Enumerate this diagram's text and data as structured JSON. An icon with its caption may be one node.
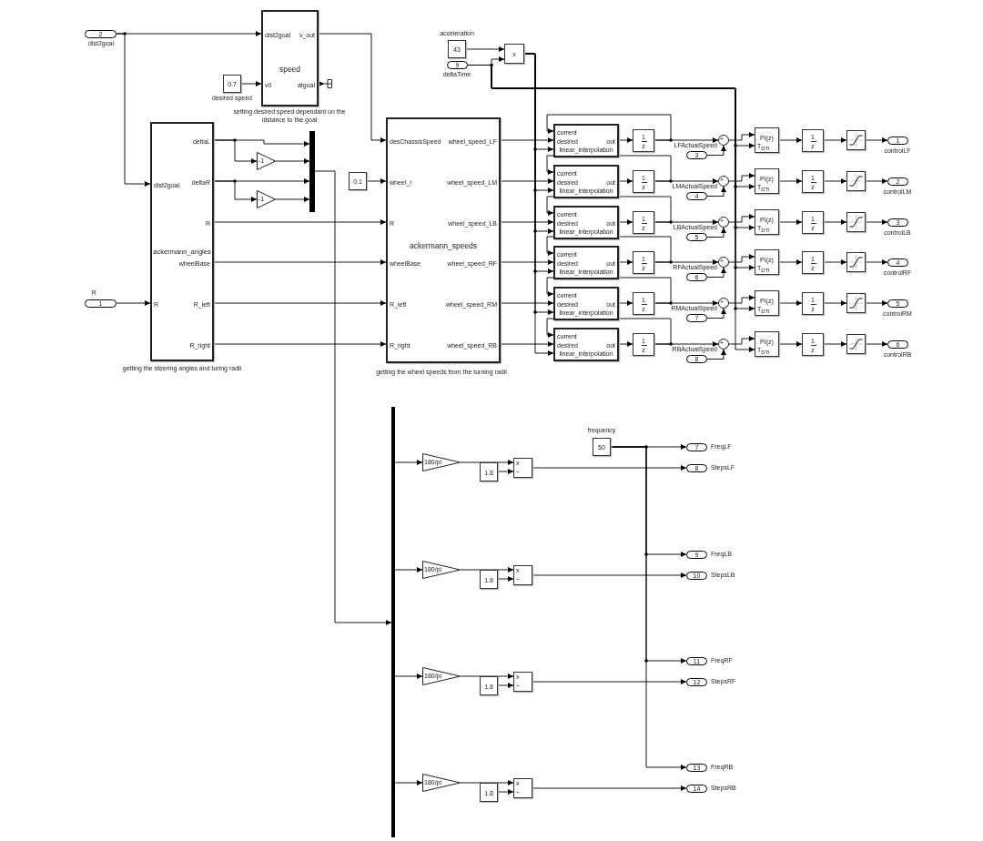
{
  "diagram": {
    "nodes": [
      {
        "text": [
          "2"
        ],
        "beside": [
          "dist2goal"
        ]
      },
      {
        "text": [
          "dist2goal",
          "v_out",
          "speed",
          "v0",
          "atgoal"
        ],
        "beside": [
          "setting desired speed dependant on the distance to the goal"
        ]
      },
      {
        "text": [
          "0.7"
        ],
        "beside": [
          "desired speed"
        ]
      },
      {
        "text": [],
        "shape": "box"
      },
      {
        "text": [
          "deltaL",
          "deltaR",
          "dist2goal",
          "R",
          "ackermann_angles",
          "wheelBase",
          "R",
          "R_left",
          "R_right"
        ],
        "beside": [
          "getting the steering angles and turing radii"
        ]
      },
      {
        "text": [
          "1"
        ],
        "beside": [
          "R"
        ]
      },
      {
        "text": [
          "-1"
        ]
      },
      {
        "text": [
          "-1"
        ]
      },
      {
        "text": [],
        "shape": "bar"
      },
      {
        "text": [
          "0.1"
        ]
      },
      {
        "text": [
          "desChassisSpeed",
          "wheel_speed_LF",
          "wheel_r",
          "wheel_speed_LM",
          "R",
          "wheel_speed_LB",
          "ackermann_speeds",
          "wheelBase",
          "wheel_speed_RF",
          "R_left",
          "wheel_speed_RM",
          "R_right",
          "wheel_speed_RB"
        ],
        "beside": [
          "getting the wheel speeds from the turning radii"
        ]
      },
      {
        "text": [
          "43"
        ],
        "beside": [
          "acceleration"
        ]
      },
      {
        "text": [
          "9"
        ],
        "beside": [
          "deltaTime"
        ]
      },
      {
        "text": [
          "x"
        ]
      },
      {
        "text": [
          "current",
          "desired",
          "out",
          "linear_interpolation"
        ]
      },
      {
        "text": [
          "1",
          "z"
        ]
      },
      {
        "text": [
          "+",
          "-"
        ]
      },
      {
        "text": [
          "3"
        ],
        "beside": [
          "LFActualSpeed"
        ]
      },
      {
        "text": [
          "PI(z)",
          "T$_{DTI}$"
        ]
      },
      {
        "text": [
          "1",
          "z"
        ]
      },
      {
        "text": [],
        "shape": "box"
      },
      {
        "text": [
          "1"
        ],
        "beside": [
          "controlLF"
        ]
      },
      {
        "text": [
          "current",
          "desired",
          "out",
          "linear_interpolation"
        ]
      },
      {
        "text": [
          "1",
          "z"
        ]
      },
      {
        "text": [
          "+",
          "-"
        ]
      },
      {
        "text": [
          "4"
        ],
        "beside": [
          "LMActualSpeed"
        ]
      },
      {
        "text": [
          "PI(z)",
          "T$_{DTI}$"
        ]
      },
      {
        "text": [
          "1",
          "z"
        ]
      },
      {
        "text": [],
        "shape": "box"
      },
      {
        "text": [
          "2"
        ],
        "beside": [
          "controlLM"
        ]
      },
      {
        "text": [
          "current",
          "desired",
          "out",
          "linear_interpolation"
        ]
      },
      {
        "text": [
          "1",
          "z"
        ]
      },
      {
        "text": [
          "+",
          "-"
        ]
      },
      {
        "text": [
          "5"
        ],
        "beside": [
          "LBActualSpeed"
        ]
      },
      {
        "text": [
          "PI(z)",
          "T$_{DTI}$"
        ]
      },
      {
        "text": [
          "1",
          "z"
        ]
      },
      {
        "text": [],
        "shape": "box"
      },
      {
        "text": [
          "3"
        ],
        "beside": [
          "controlLB"
        ]
      },
      {
        "text": [
          "current",
          "desired",
          "out",
          "linear_interpolation"
        ]
      },
      {
        "text": [
          "1",
          "z"
        ]
      },
      {
        "text": [
          "+",
          "-"
        ]
      },
      {
        "text": [
          "6"
        ],
        "beside": [
          "RFActualSpeed"
        ]
      },
      {
        "text": [
          "PI(z)",
          "T$_{DTI}$"
        ]
      },
      {
        "text": [
          "1",
          "z"
        ]
      },
      {
        "text": [],
        "shape": "box"
      },
      {
        "text": [
          "4"
        ],
        "beside": [
          "controlRF"
        ]
      },
      {
        "text": [
          "current",
          "desired",
          "out",
          "linear_interpolation"
        ]
      },
      {
        "text": [
          "1",
          "z"
        ]
      },
      {
        "text": [
          "+",
          "-"
        ]
      },
      {
        "text": [
          "7"
        ],
        "beside": [
          "RMActualSpeed"
        ]
      },
      {
        "text": [
          "PI(z)",
          "T$_{DTI}$"
        ]
      },
      {
        "text": [
          "1",
          "z"
        ]
      },
      {
        "text": [],
        "shape": "box"
      },
      {
        "text": [
          "5"
        ],
        "beside": [
          "controlRM"
        ]
      },
      {
        "text": [
          "current",
          "desired",
          "out",
          "linear_interpolation"
        ]
      },
      {
        "text": [
          "1",
          "z"
        ]
      },
      {
        "text": [
          "+",
          "-"
        ]
      },
      {
        "text": [
          "8"
        ],
        "beside": [
          "RBActualSpeed"
        ]
      },
      {
        "text": [
          "PI(z)",
          "T$_{DTI}$"
        ]
      },
      {
        "text": [
          "1",
          "z"
        ]
      },
      {
        "text": [],
        "shape": "box"
      },
      {
        "text": [
          "6"
        ],
        "beside": [
          "controlRB"
        ]
      },
      {
        "text": [],
        "shape": "bar"
      },
      {
        "text": [
          "50"
        ],
        "beside": [
          "frequency"
        ]
      },
      {
        "text": [
          "180/pi"
        ]
      },
      {
        "text": [
          "1.8"
        ]
      },
      {
        "text": [
          "x",
          "÷"
        ]
      },
      {
        "text": [
          "7"
        ],
        "beside": [
          "FreqLF"
        ]
      },
      {
        "text": [
          "8"
        ],
        "beside": [
          "StepsLF"
        ]
      },
      {
        "text": [
          "180/pi"
        ]
      },
      {
        "text": [
          "1.8"
        ]
      },
      {
        "text": [
          "x",
          "÷"
        ]
      },
      {
        "text": [
          "9"
        ],
        "beside": [
          "FreqLB"
        ]
      },
      {
        "text": [
          "10"
        ],
        "beside": [
          "StepsLB"
        ]
      },
      {
        "text": [
          "180/pi"
        ]
      },
      {
        "text": [
          "1.8"
        ]
      },
      {
        "text": [
          "x",
          "÷"
        ]
      },
      {
        "text": [
          "11"
        ],
        "beside": [
          "FreqRF"
        ]
      },
      {
        "text": [
          "12"
        ],
        "beside": [
          "StepsRF"
        ]
      },
      {
        "text": [
          "180/pi"
        ]
      },
      {
        "text": [
          "1.8"
        ]
      },
      {
        "text": [
          "x",
          "÷"
        ]
      },
      {
        "text": [
          "13"
        ],
        "beside": [
          "FreqRB"
        ]
      },
      {
        "text": [
          "14"
        ],
        "beside": [
          "StepsRB"
        ]
      }
    ],
    "edges": [
      {
        "from": 0,
        "to": 1,
        "arrow": "to"
      },
      {
        "from": 0,
        "to": 4,
        "arrow": "to"
      },
      {
        "from": 2,
        "to": 1,
        "arrow": "to"
      },
      {
        "from": 1,
        "to": 3,
        "arrow": "to"
      },
      {
        "from": 1,
        "to": 10,
        "arrow": "to"
      },
      {
        "from": 5,
        "to": 4,
        "arrow": "to"
      },
      {
        "from": 4,
        "to": 8,
        "arrow": "to"
      },
      {
        "from": 4,
        "to": 6,
        "arrow": "to"
      },
      {
        "from": 6,
        "to": 8,
        "arrow": "to"
      },
      {
        "from": 4,
        "to": 8,
        "arrow": "to"
      },
      {
        "from": 4,
        "to": 7,
        "arrow": "to"
      },
      {
        "from": 7,
        "to": 8,
        "arrow": "to"
      },
      {
        "from": 8,
        "to": 62,
        "arrow": "to"
      },
      {
        "from": 9,
        "to": 10,
        "arrow": "to"
      },
      {
        "from": 4,
        "to": 10,
        "arrow": "to"
      },
      {
        "from": 4,
        "to": 10,
        "arrow": "to"
      },
      {
        "from": 4,
        "to": 10,
        "arrow": "to"
      },
      {
        "from": 4,
        "to": 10,
        "arrow": "to"
      },
      {
        "from": 11,
        "to": 13,
        "arrow": "to"
      },
      {
        "from": 12,
        "to": 13,
        "arrow": "to"
      },
      {
        "from": 10,
        "to": 14,
        "arrow": "to"
      },
      {
        "from": 13,
        "to": 14,
        "arrow": "to"
      },
      {
        "from": 14,
        "to": 15,
        "arrow": "to"
      },
      {
        "from": 15,
        "to": 14,
        "arrow": "to"
      },
      {
        "from": 15,
        "to": 16,
        "arrow": "to"
      },
      {
        "from": 17,
        "to": 16,
        "arrow": "to"
      },
      {
        "from": 16,
        "to": 18,
        "arrow": "to"
      },
      {
        "from": 12,
        "to": 18,
        "arrow": "to"
      },
      {
        "from": 18,
        "to": 19,
        "arrow": "to"
      },
      {
        "from": 19,
        "to": 20,
        "arrow": "to"
      },
      {
        "from": 20,
        "to": 21,
        "arrow": "to"
      },
      {
        "from": 10,
        "to": 22,
        "arrow": "to"
      },
      {
        "from": 13,
        "to": 22,
        "arrow": "to"
      },
      {
        "from": 22,
        "to": 23,
        "arrow": "to"
      },
      {
        "from": 23,
        "to": 22,
        "arrow": "to"
      },
      {
        "from": 23,
        "to": 24,
        "arrow": "to"
      },
      {
        "from": 25,
        "to": 24,
        "arrow": "to"
      },
      {
        "from": 24,
        "to": 26,
        "arrow": "to"
      },
      {
        "from": 12,
        "to": 26,
        "arrow": "to"
      },
      {
        "from": 26,
        "to": 27,
        "arrow": "to"
      },
      {
        "from": 27,
        "to": 28,
        "arrow": "to"
      },
      {
        "from": 28,
        "to": 29,
        "arrow": "to"
      },
      {
        "from": 10,
        "to": 30,
        "arrow": "to"
      },
      {
        "from": 13,
        "to": 30,
        "arrow": "to"
      },
      {
        "from": 30,
        "to": 31,
        "arrow": "to"
      },
      {
        "from": 31,
        "to": 30,
        "arrow": "to"
      },
      {
        "from": 31,
        "to": 32,
        "arrow": "to"
      },
      {
        "from": 33,
        "to": 32,
        "arrow": "to"
      },
      {
        "from": 32,
        "to": 34,
        "arrow": "to"
      },
      {
        "from": 12,
        "to": 34,
        "arrow": "to"
      },
      {
        "from": 34,
        "to": 35,
        "arrow": "to"
      },
      {
        "from": 35,
        "to": 36,
        "arrow": "to"
      },
      {
        "from": 36,
        "to": 37,
        "arrow": "to"
      },
      {
        "from": 10,
        "to": 38,
        "arrow": "to"
      },
      {
        "from": 13,
        "to": 38,
        "arrow": "to"
      },
      {
        "from": 38,
        "to": 39,
        "arrow": "to"
      },
      {
        "from": 39,
        "to": 38,
        "arrow": "to"
      },
      {
        "from": 39,
        "to": 40,
        "arrow": "to"
      },
      {
        "from": 41,
        "to": 40,
        "arrow": "to"
      },
      {
        "from": 40,
        "to": 42,
        "arrow": "to"
      },
      {
        "from": 12,
        "to": 42,
        "arrow": "to"
      },
      {
        "from": 42,
        "to": 43,
        "arrow": "to"
      },
      {
        "from": 43,
        "to": 44,
        "arrow": "to"
      },
      {
        "from": 44,
        "to": 45,
        "arrow": "to"
      },
      {
        "from": 10,
        "to": 46,
        "arrow": "to"
      },
      {
        "from": 13,
        "to": 46,
        "arrow": "to"
      },
      {
        "from": 46,
        "to": 47,
        "arrow": "to"
      },
      {
        "from": 47,
        "to": 46,
        "arrow": "to"
      },
      {
        "from": 47,
        "to": 48,
        "arrow": "to"
      },
      {
        "from": 49,
        "to": 48,
        "arrow": "to"
      },
      {
        "from": 48,
        "to": 50,
        "arrow": "to"
      },
      {
        "from": 12,
        "to": 50,
        "arrow": "to"
      },
      {
        "from": 50,
        "to": 51,
        "arrow": "to"
      },
      {
        "from": 51,
        "to": 52,
        "arrow": "to"
      },
      {
        "from": 52,
        "to": 53,
        "arrow": "to"
      },
      {
        "from": 10,
        "to": 54,
        "arrow": "to"
      },
      {
        "from": 13,
        "to": 54,
        "arrow": "to"
      },
      {
        "from": 54,
        "to": 55,
        "arrow": "to"
      },
      {
        "from": 55,
        "to": 54,
        "arrow": "to"
      },
      {
        "from": 55,
        "to": 56,
        "arrow": "to"
      },
      {
        "from": 57,
        "to": 56,
        "arrow": "to"
      },
      {
        "from": 56,
        "to": 58,
        "arrow": "to"
      },
      {
        "from": 12,
        "to": 58,
        "arrow": "to"
      },
      {
        "from": 58,
        "to": 59,
        "arrow": "to"
      },
      {
        "from": 59,
        "to": 60,
        "arrow": "to"
      },
      {
        "from": 60,
        "to": 61,
        "arrow": "to"
      },
      {
        "from": 62,
        "to": 64,
        "arrow": "to"
      },
      {
        "from": 64,
        "to": 66,
        "arrow": "to"
      },
      {
        "from": 65,
        "to": 66,
        "arrow": "to"
      },
      {
        "from": 66,
        "to": 68,
        "arrow": "to"
      },
      {
        "from": 63,
        "to": 67,
        "arrow": "to"
      },
      {
        "from": 62,
        "to": 69,
        "arrow": "to"
      },
      {
        "from": 69,
        "to": 71,
        "arrow": "to"
      },
      {
        "from": 70,
        "to": 71,
        "arrow": "to"
      },
      {
        "from": 71,
        "to": 73,
        "arrow": "to"
      },
      {
        "from": 63,
        "to": 72,
        "arrow": "to"
      },
      {
        "from": 62,
        "to": 74,
        "arrow": "to"
      },
      {
        "from": 74,
        "to": 76,
        "arrow": "to"
      },
      {
        "from": 75,
        "to": 76,
        "arrow": "to"
      },
      {
        "from": 76,
        "to": 78,
        "arrow": "to"
      },
      {
        "from": 63,
        "to": 77,
        "arrow": "to"
      },
      {
        "from": 62,
        "to": 79,
        "arrow": "to"
      },
      {
        "from": 79,
        "to": 81,
        "arrow": "to"
      },
      {
        "from": 80,
        "to": 81,
        "arrow": "to"
      },
      {
        "from": 81,
        "to": 83,
        "arrow": "to"
      },
      {
        "from": 63,
        "to": 82,
        "arrow": "to"
      }
    ]
  }
}
